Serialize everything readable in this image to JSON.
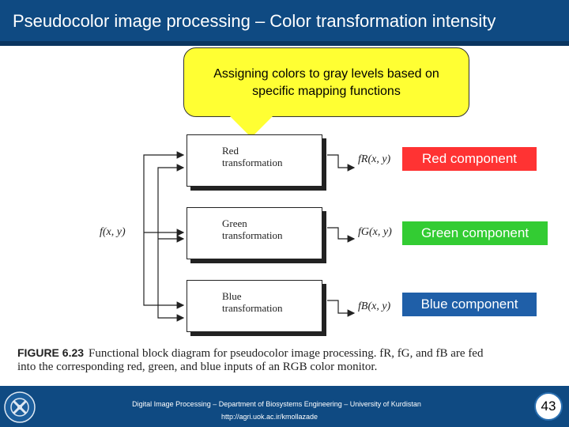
{
  "header": {
    "title": "Pseudocolor image processing – Color transformation intensity"
  },
  "callout": {
    "line1": "Assigning colors to gray levels based on",
    "line2": "specific mapping functions"
  },
  "diagram": {
    "input_label": "f(x, y)",
    "blocks": [
      {
        "line1": "Red",
        "line2": "transformation",
        "output": "fR(x, y)",
        "component": "Red component",
        "component_color": "#ff3333"
      },
      {
        "line1": "Green",
        "line2": "transformation",
        "output": "fG(x, y)",
        "component": "Green component",
        "component_color": "#33cc33"
      },
      {
        "line1": "Blue",
        "line2": "transformation",
        "output": "fB(x, y)",
        "component": "Blue component",
        "component_color": "#1f5fa8"
      }
    ]
  },
  "caption": {
    "figure_label": "FIGURE 6.23",
    "text": "Functional block diagram for pseudocolor image processing. fR, fG, and fB are fed into the corresponding red, green, and blue inputs of an RGB color monitor."
  },
  "footer": {
    "line1": "Digital Image Processing – Department of Biosystems Engineering – University of Kurdistan",
    "line2": "http://agri.uok.ac.ir/kmollazade",
    "page_number": "43"
  },
  "colors": {
    "header_bg": "#0f4a82",
    "callout_bg": "#ffff33"
  }
}
